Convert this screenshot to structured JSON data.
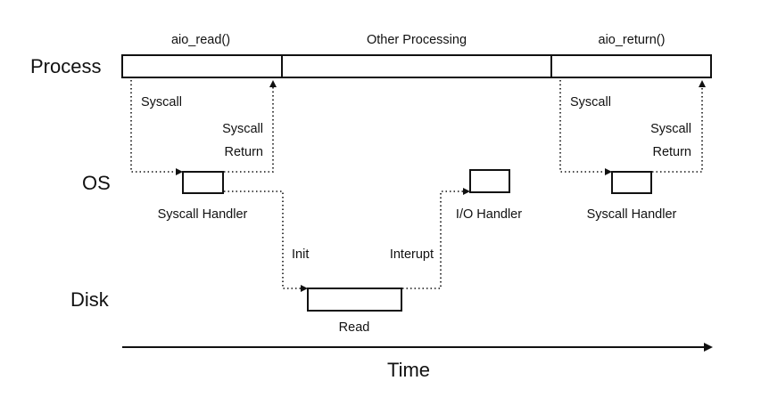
{
  "lanes": {
    "process": "Process",
    "os": "OS",
    "disk": "Disk"
  },
  "process_segments": {
    "aio_read": "aio_read()",
    "other": "Other Processing",
    "aio_return": "aio_return()"
  },
  "labels": {
    "syscall_left": "Syscall",
    "syscall_return_left_1": "Syscall",
    "syscall_return_left_2": "Return",
    "syscall_handler_left": "Syscall Handler",
    "init": "Init",
    "interupt": "Interupt",
    "io_handler": "I/O Handler",
    "read": "Read",
    "syscall_right": "Syscall",
    "syscall_return_right_1": "Syscall",
    "syscall_return_right_2": "Return",
    "syscall_handler_right": "Syscall Handler"
  },
  "axis": {
    "time": "Time"
  },
  "colors": {
    "ink": "#111111",
    "background": "#ffffff"
  }
}
